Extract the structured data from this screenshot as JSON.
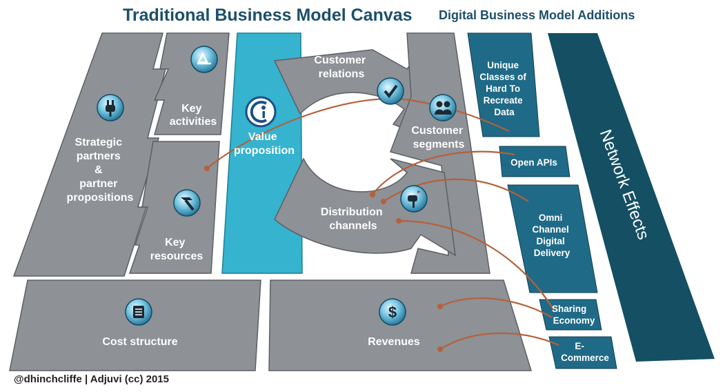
{
  "header": {
    "title": "Traditional Business Model Canvas",
    "digital_title": "Digital Business Model Additions"
  },
  "canvas": {
    "strategic_partners": [
      "Strategic",
      "partners",
      "&",
      "partner",
      "propositions"
    ],
    "key_activities": [
      "Key",
      "activities"
    ],
    "key_resources": [
      "Key",
      "resources"
    ],
    "value_proposition": [
      "Value",
      "proposition"
    ],
    "customer_relations": [
      "Customer",
      "relations"
    ],
    "customer_segments": [
      "Customer",
      "segments"
    ],
    "distribution_channels": [
      "Distribution",
      "channels"
    ],
    "cost_structure": "Cost structure",
    "revenues": "Revenues"
  },
  "digital": {
    "unique_data": [
      "Unique",
      "Classes of",
      "Hard To",
      "Recreate",
      "Data"
    ],
    "open_apis": "Open APIs",
    "omni_channel": [
      "Omni",
      "Channel",
      "Digital",
      "Delivery"
    ],
    "sharing_economy": [
      "Sharing",
      "Economy"
    ],
    "e_commerce": [
      "E-",
      "Commerce"
    ],
    "network_effects": "Network Effects"
  },
  "footer": {
    "credit": "@dhinchcliffe | Adjuvi (cc) 2015"
  },
  "icons": {
    "key_activities": "recycle-icon",
    "strategic_partners": "plug-icon",
    "key_resources": "hammer-icon",
    "value_proposition": "logo-icon",
    "customer_relations": "checkmark-icon",
    "customer_segments": "people-icon",
    "distribution_channels": "mailbox-icon",
    "cost_structure": "ledger-icon",
    "revenues": "dollar-icon"
  },
  "colors": {
    "canvas_block": "#8e9196",
    "value_block": "#35b3cf",
    "digital_block": "#1f6a87",
    "network_block": "#144f63",
    "connector": "#b5603a",
    "title": "#1c4f6b"
  }
}
